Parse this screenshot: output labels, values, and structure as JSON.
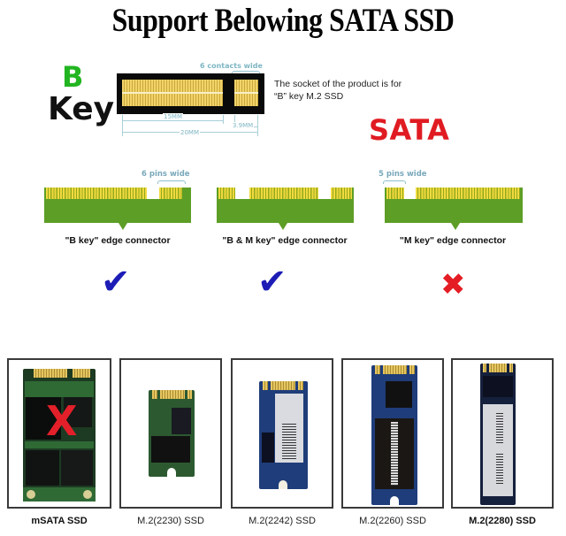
{
  "title": "Support Belowing SATA SSD",
  "key_badge": {
    "letter": "B",
    "word": "Key",
    "letter_color": "#22b521"
  },
  "socket_diagram": {
    "contacts_label": "6 contacts wide",
    "dimensions": {
      "long": "15MM",
      "short": "3.9MM",
      "total": "20MM"
    }
  },
  "socket_description": {
    "line1": "The socket of the product is for",
    "line2": "“B” key M.2 SSD"
  },
  "interface_label": {
    "text": "SATA",
    "color": "#e01b22"
  },
  "edge_connectors": [
    {
      "label": "\"B key\" edge connector",
      "annotation": "6 pins wide",
      "supported": true,
      "mark": "✔"
    },
    {
      "label": "\"B & M key\" edge connector",
      "annotation": "",
      "supported": true,
      "mark": "✔"
    },
    {
      "label": "\"M key\" edge connector",
      "annotation": "5 pins wide",
      "supported": false,
      "mark": "✖"
    }
  ],
  "ssd_types": [
    {
      "label": "mSATA SSD",
      "supported": false,
      "overlay_mark": "X"
    },
    {
      "label": "M.2(2230) SSD",
      "supported": true
    },
    {
      "label": "M.2(2242) SSD",
      "supported": true
    },
    {
      "label": "M.2(2260) SSD",
      "supported": true
    },
    {
      "label": "M.2(2280) SSD",
      "supported": true
    }
  ],
  "colors": {
    "check": "#1d1db6",
    "cross": "#e41d24",
    "pcb_green": "#5d9e26"
  }
}
